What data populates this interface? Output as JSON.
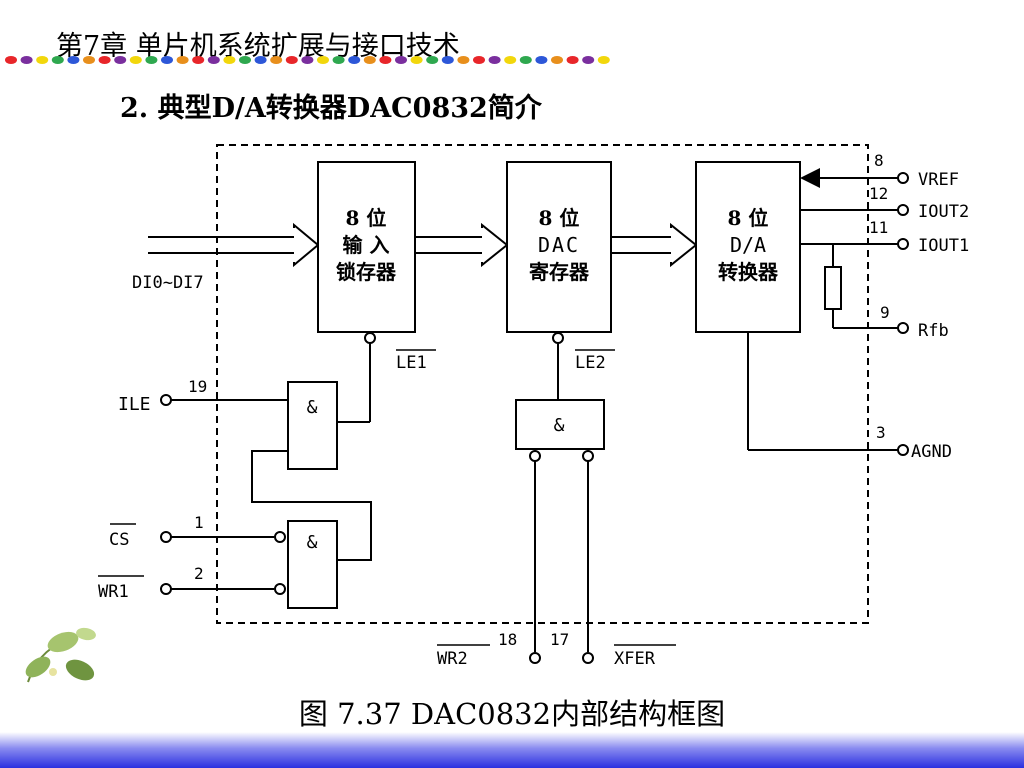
{
  "header": {
    "chapter_title": "第7章  单片机系统扩展与接口技术",
    "subtitle": "2. 典型D/A转换器DAC0832简介",
    "dot_colors": [
      "#e8262a",
      "#7a2f9e",
      "#f2d70c",
      "#2fa84f",
      "#2d57d8",
      "#e88f1c"
    ]
  },
  "diagram": {
    "blocks": {
      "input_latch": [
        "8    位",
        "输    入",
        "锁存器"
      ],
      "dac_register": [
        "8    位",
        "DAC",
        "寄存器"
      ],
      "converter": [
        "8    位",
        "D/A",
        "转换器"
      ]
    },
    "gate_symbol": "&",
    "signals": {
      "data_in": "DI0~DI7",
      "ile": "ILE",
      "cs": "CS",
      "wr1": "WR1",
      "wr2": "WR2",
      "xfer": "XFER",
      "le1": "LE1",
      "le2": "LE2",
      "vref": "VREF",
      "iout2": "IOUT2",
      "iout1": "IOUT1",
      "rfb": "Rfb",
      "agnd": "AGND"
    },
    "pins": {
      "ile": "19",
      "cs": "1",
      "wr1": "2",
      "wr2": "18",
      "xfer": "17",
      "vref": "8",
      "iout2": "12",
      "iout1": "11",
      "rfb": "9",
      "agnd": "3"
    }
  },
  "caption": "图 7.37 DAC0832内部结构框图"
}
